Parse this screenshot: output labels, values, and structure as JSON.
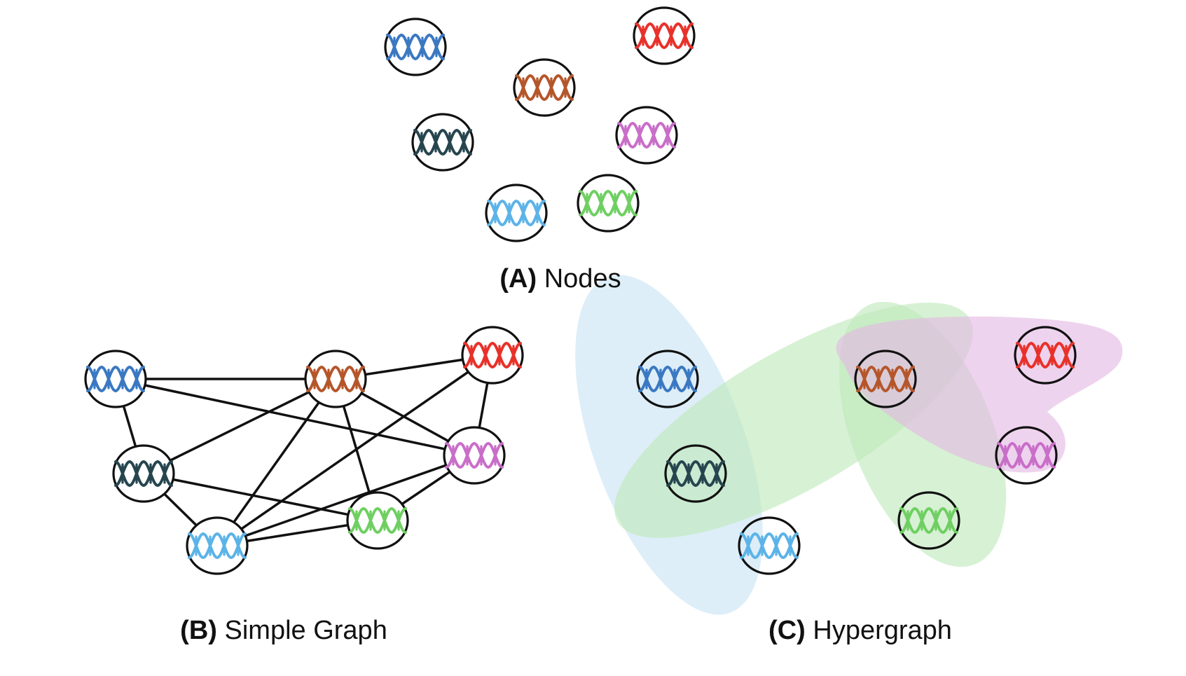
{
  "node_colors": {
    "blue": "#3a78c2",
    "red": "#e8312a",
    "brown": "#b5562a",
    "slate": "#26454f",
    "magenta": "#c96ec9",
    "lightblue": "#5cb3e8",
    "green": "#6fcf62"
  },
  "node_icon": "dna-icon",
  "panels": {
    "a": {
      "tag": "(A)",
      "title": "Nodes"
    },
    "b": {
      "tag": "(B)",
      "title": "Simple Graph",
      "edges": [
        [
          "blue",
          "brown"
        ],
        [
          "brown",
          "red"
        ],
        [
          "blue",
          "slate"
        ],
        [
          "blue",
          "magenta"
        ],
        [
          "brown",
          "slate"
        ],
        [
          "brown",
          "lightblue"
        ],
        [
          "brown",
          "green"
        ],
        [
          "brown",
          "magenta"
        ],
        [
          "red",
          "magenta"
        ],
        [
          "red",
          "lightblue"
        ],
        [
          "slate",
          "lightblue"
        ],
        [
          "slate",
          "green"
        ],
        [
          "magenta",
          "lightblue"
        ],
        [
          "magenta",
          "green"
        ],
        [
          "lightblue",
          "green"
        ]
      ]
    },
    "c": {
      "tag": "(C)",
      "title": "Hypergraph",
      "hyperedges": [
        {
          "members": [
            "blue",
            "slate",
            "lightblue"
          ],
          "fill": "#d5eaf6"
        },
        {
          "members": [
            "slate",
            "brown"
          ],
          "fill": "#bfe9b9"
        },
        {
          "members": [
            "brown",
            "green"
          ],
          "fill": "#bfe9b9"
        },
        {
          "members": [
            "brown",
            "red",
            "magenta"
          ],
          "fill": "#e3b8e3"
        }
      ]
    }
  }
}
